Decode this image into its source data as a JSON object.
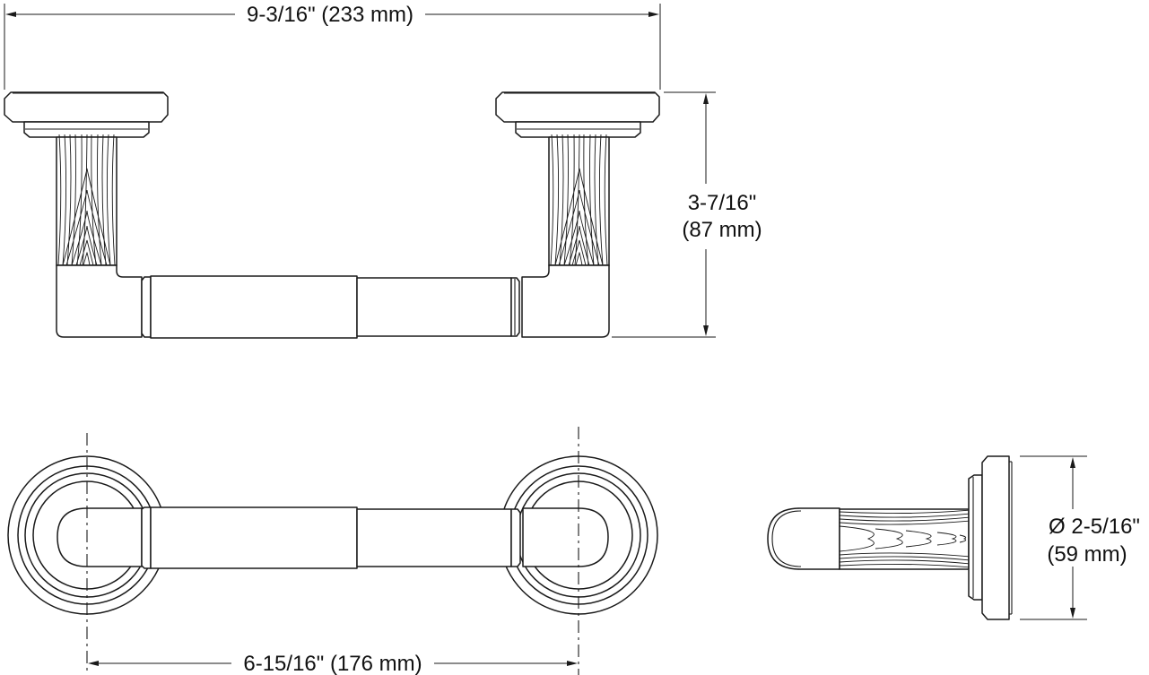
{
  "diagram": {
    "subject": "toilet paper holder dimension drawing",
    "line_color": "#1a1a1a",
    "background": "#ffffff",
    "views": {
      "front": {
        "overall_width": {
          "imperial": "9-3/16\"",
          "metric": "(233 mm)",
          "label": "9-3/16\" (233 mm)"
        },
        "projection": {
          "imperial": "3-7/16\"",
          "metric": "(87 mm)"
        }
      },
      "top": {
        "center_to_center": {
          "imperial": "6-15/16\"",
          "metric": "(176 mm)",
          "label": "6-15/16\" (176 mm)"
        }
      },
      "side": {
        "rosette_diameter": {
          "imperial": "Ø 2-5/16\"",
          "metric": "(59 mm)"
        }
      }
    }
  }
}
